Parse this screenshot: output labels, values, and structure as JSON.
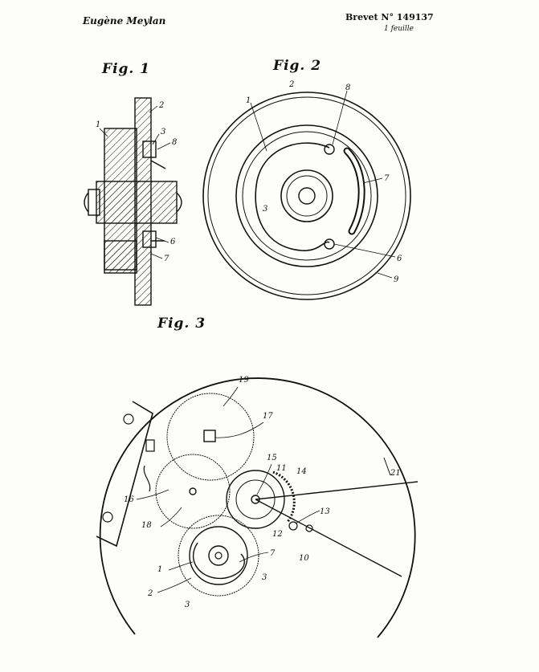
{
  "header": {
    "author": "Eugène Meylan",
    "brevet": "Brevet N° 149137",
    "sheet": "1 feuille"
  },
  "figures": {
    "fig1": "Fig. 1",
    "fig2": "Fig. 2",
    "fig3": "Fig. 3"
  },
  "labels": {
    "fig1": [
      "1",
      "2",
      "3",
      "8",
      "6",
      "7"
    ],
    "fig2": [
      "1",
      "2",
      "8",
      "7",
      "3",
      "6",
      "9"
    ],
    "fig3": [
      "19",
      "17",
      "16",
      "18",
      "15",
      "11",
      "14",
      "13",
      "12",
      "21",
      "10",
      "1",
      "7",
      "2",
      "3",
      "3"
    ]
  },
  "colors": {
    "ink": "#111111",
    "paper": "#fdfdfc"
  }
}
